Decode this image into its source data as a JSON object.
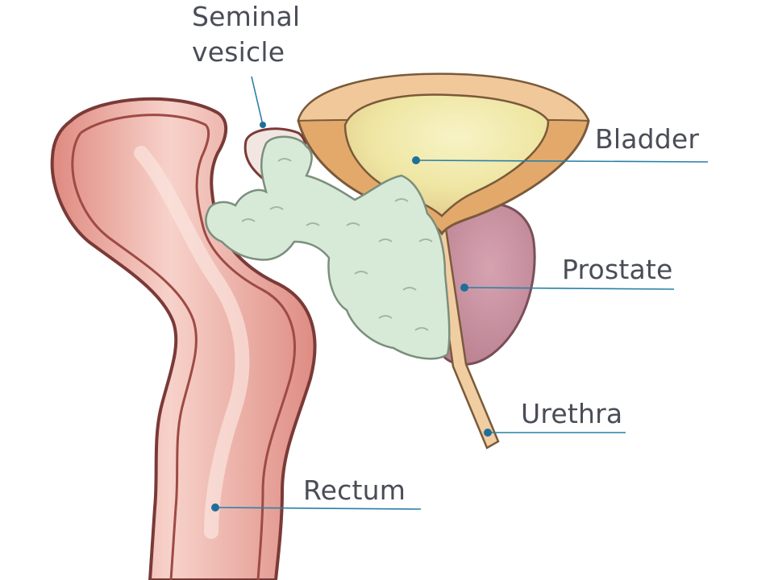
{
  "diagram": {
    "labels": {
      "seminal_vesicle_line1": "Seminal",
      "seminal_vesicle_line2": "vesicle",
      "bladder": "Bladder",
      "prostate": "Prostate",
      "urethra": "Urethra",
      "rectum": "Rectum"
    },
    "colors": {
      "rectum_fill": "#e79a90",
      "rectum_highlight": "#f8d6cf",
      "rectum_outline": "#7a3a37",
      "bladder_wall": "#e3a96b",
      "bladder_rim": "#f0c89a",
      "bladder_inner": "#f4efb5",
      "prostate": "#c9909f",
      "tumor": "#d7ead8",
      "urethra": "#f1cda2",
      "leader_line": "#2a7fa8"
    }
  }
}
